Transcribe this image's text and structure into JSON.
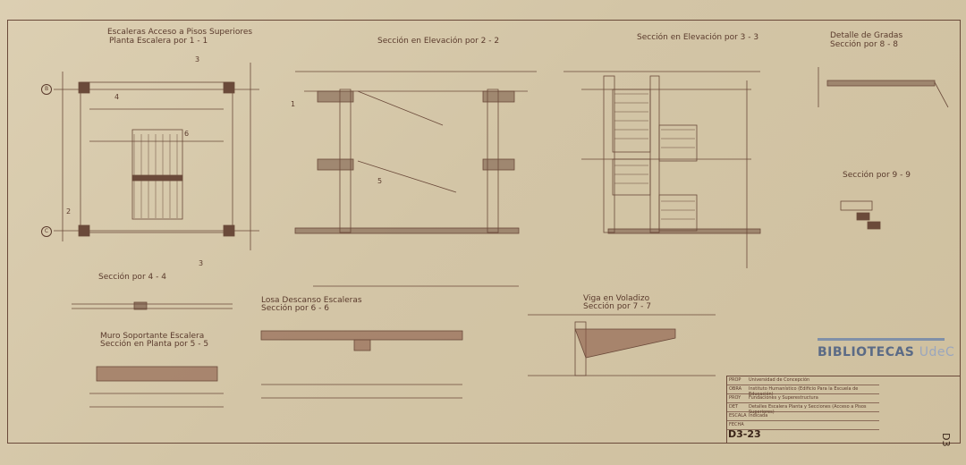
{
  "titles": {
    "t1a": "Escaleras Acceso a Pisos Superiores",
    "t1b": "Planta Escalera por 1 - 1",
    "t2": "Sección en Elevación por 2 - 2",
    "t3": "Sección en Elevación por 3 - 3",
    "t4a": "Detalle de Gradas",
    "t4b": "Sección por 8 - 8",
    "t5": "Sección por 9 - 9",
    "t6": "Sección por 4 - 4",
    "t7a": "Muro Soportante Escalera",
    "t7b": "Sección en Planta por 5 - 5",
    "t8a": "Losa Descanso Escaleras",
    "t8b": "Sección por 6 - 6",
    "t9a": "Viga en Voladizo",
    "t9b": "Sección por 7 - 7"
  },
  "markers": {
    "B": "B",
    "C": "C",
    "s3a": "3",
    "s3b": "3",
    "s1": "1",
    "s2": "2",
    "s4": "4",
    "s5": "5",
    "s6": "6"
  },
  "logo": {
    "main": "BIBLIOTECAS",
    "sub": "UdeC"
  },
  "title_block": {
    "rows": [
      {
        "k": "PROP",
        "v": "Universidad de Concepción"
      },
      {
        "k": "OBRA",
        "v": "Instituto Humanístico (Edificio Para la Escuela de Educación)"
      },
      {
        "k": "PROY",
        "v": "Fundaciones y Superestructura"
      },
      {
        "k": "DET",
        "v": "Detalles Escalera Planta y Secciones (Acceso a Pisos Superiores)"
      },
      {
        "k": "ESCALA",
        "v": "Indicada"
      },
      {
        "k": "FECHA",
        "v": ""
      }
    ],
    "code": "D3-23",
    "vertical_code": "D3"
  }
}
